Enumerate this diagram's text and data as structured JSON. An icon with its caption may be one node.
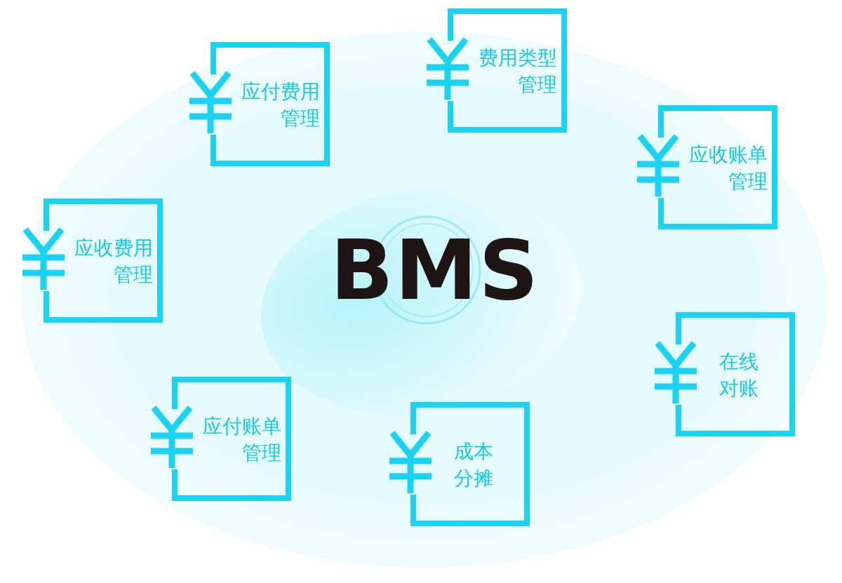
{
  "diagram": {
    "nodes": [
      {
        "text": [
          "费用类型管理"
        ]
      },
      {
        "text": [
          "应付费用管理"
        ]
      },
      {
        "text": [
          "应收账单管理"
        ]
      },
      {
        "text": [
          "应收费用管理"
        ]
      },
      {
        "text": [
          "BMS"
        ]
      },
      {
        "text": [
          "在线对账"
        ]
      },
      {
        "text": [
          "应付账单管理"
        ]
      },
      {
        "text": [
          "成本分摊"
        ]
      }
    ]
  }
}
